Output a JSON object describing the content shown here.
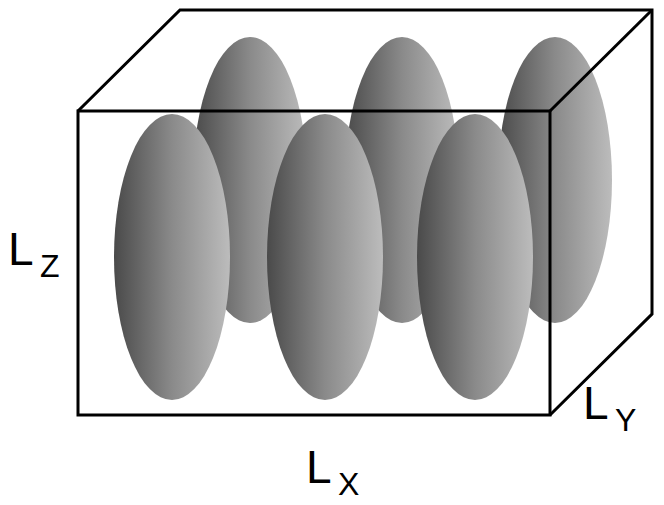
{
  "diagram": {
    "labels": [
      "L",
      "Z",
      "L",
      "Y",
      "L",
      "X"
    ]
  }
}
